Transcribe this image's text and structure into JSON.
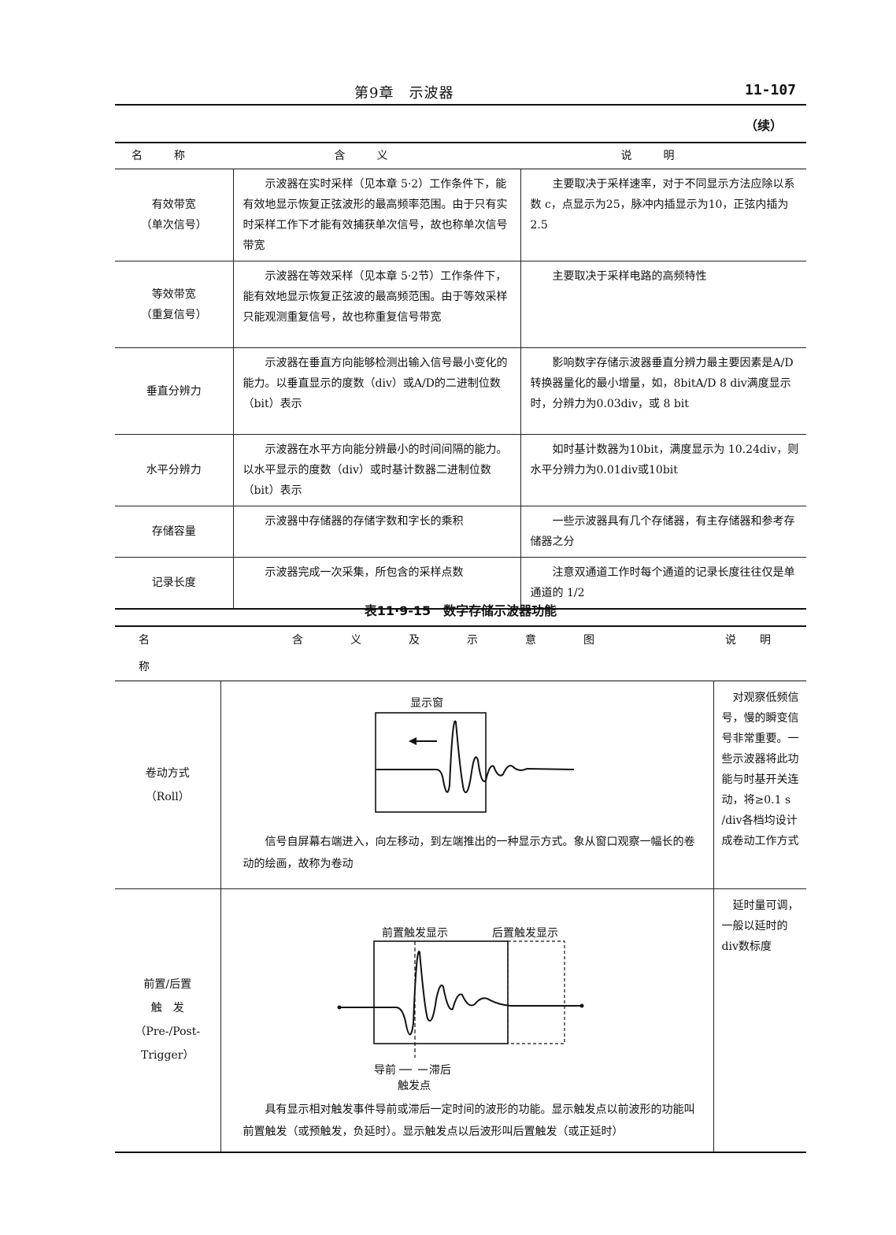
{
  "header": {
    "chapter": "第9章　示波器",
    "page_number": "11-107",
    "continued": "（续）"
  },
  "table1": {
    "columns": [
      "名称",
      "含义",
      "说明"
    ],
    "rows": [
      {
        "name": [
          "有效带宽",
          "（单次信号）"
        ],
        "meaning": "示波器在实时采样（见本章 5·2）工作条件下，能有效地显示恢复正弦波形的最高频率范围。由于只有实时采样工作下才能有效捕获单次信号，故也称单次信号带宽",
        "note": "主要取决于采样速率，对于不同显示方法应除以系数 c，点显示为25，脉冲内插显示为10，正弦内插为 2.5"
      },
      {
        "name": [
          "等效带宽",
          "（重复信号）"
        ],
        "meaning": "示波器在等效采样（见本章 5·2节）工作条件下，能有效地显示恢复正弦波的最高频范围。由于等效采样只能观测重复信号，故也称重复信号带宽",
        "note": "主要取决于采样电路的高频特性"
      },
      {
        "name": [
          "垂直分辨力"
        ],
        "meaning": "示波器在垂直方向能够检测出输入信号最小变化的能力。以垂直显示的度数（div）或A/D的二进制位数（bit）表示",
        "note": "影响数字存储示波器垂直分辨力最主要因素是A/D转换器量化的最小增量，如，8bitA/D 8 div满度显示时，分辨力为0.03div，或 8 bit"
      },
      {
        "name": [
          "水平分辨力"
        ],
        "meaning": "示波器在水平方向能分辨最小的时间间隔的能力。以水平显示的度数（div）或时基计数器二进制位数（bit）表示",
        "note": "如时基计数器为10bit，满度显示为 10.24div，则水平分辨力为0.01div或10bit"
      },
      {
        "name": [
          "存储容量"
        ],
        "meaning": "示波器中存储器的存储字数和字长的乘积",
        "note": "一些示波器具有几个存储器，有主存储器和参考存储器之分"
      },
      {
        "name": [
          "记录长度"
        ],
        "meaning": "示波器完成一次采集，所包含的采样点数",
        "note": "注意双通道工作时每个通道的记录长度往往仅是单通道的 1/2"
      }
    ]
  },
  "table2": {
    "title": "表11·9-15　数字存储示波器功能",
    "columns": [
      "名称",
      "含义及示意图",
      "说明"
    ],
    "rows": [
      {
        "name": [
          "卷动方式",
          "（Roll）"
        ],
        "figure_labels": {
          "window": "显示窗"
        },
        "meaning": "信号自屏幕右端进入，向左移动，到左端推出的一种显示方式。象从窗口观察一幅长的卷动的绘画，故称为卷动",
        "note": "对观察低频信号，慢的瞬变信号非常重要。一些示波器将此功能与时基开关连动，将≥0.1 s /div各档均设计成卷动工作方式"
      },
      {
        "name": [
          "前置/后置",
          "触　发",
          "（Pre-/Post-",
          "Trigger）"
        ],
        "figure_labels": {
          "pre": "前置触发显示",
          "post": "后置触发显示",
          "lead": "导前",
          "lag": "滞后",
          "trigger_point": "触发点"
        },
        "meaning": "具有显示相对触发事件导前或滞后一定时间的波形的功能。显示触发点以前波形的功能叫前置触发（或预触发，负延时）。显示触发点以后波形叫后置触发（或正延时）",
        "note": "延时量可调，一般以延时的div数标度"
      }
    ]
  }
}
